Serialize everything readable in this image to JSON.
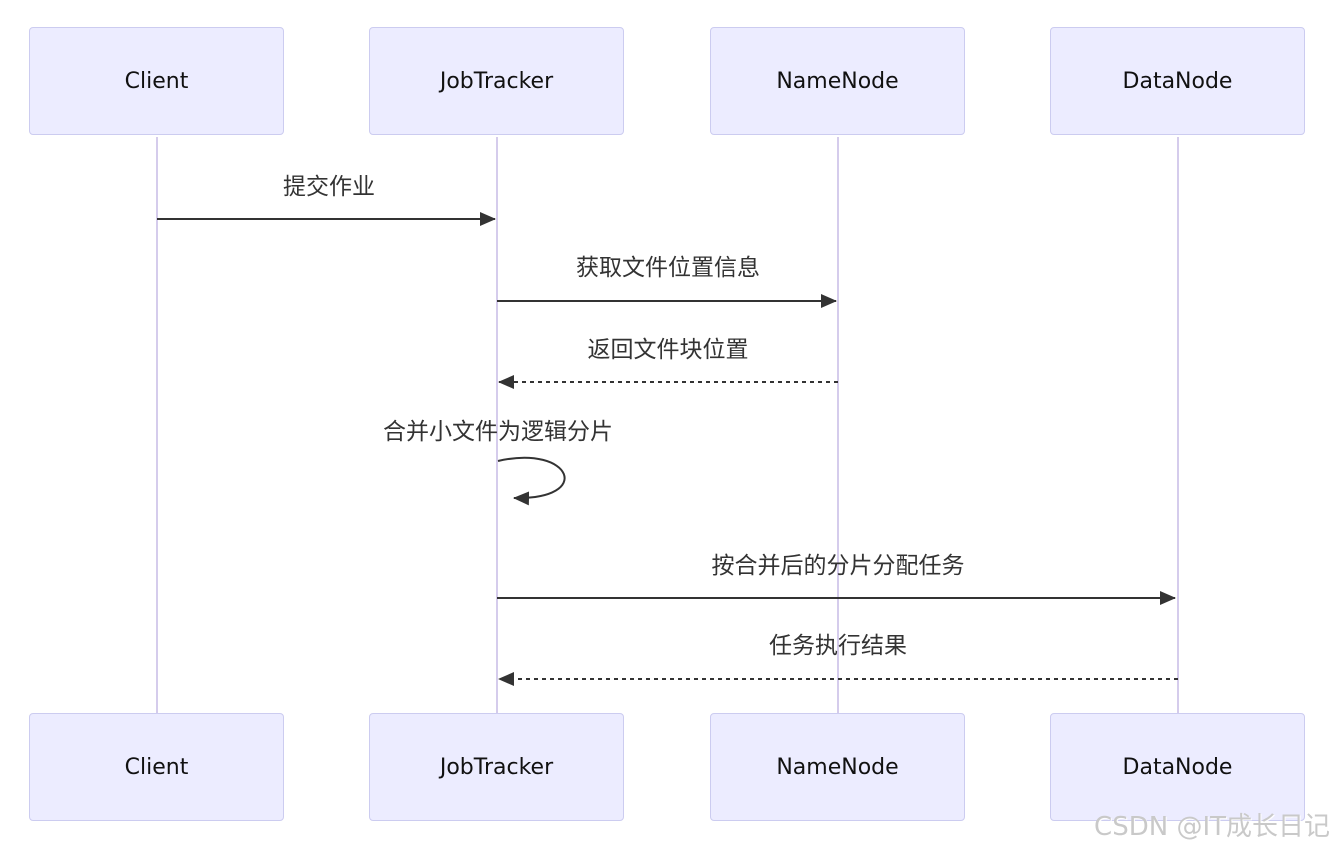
{
  "diagram": {
    "type": "sequence",
    "actors": [
      {
        "id": "client",
        "name": "Client"
      },
      {
        "id": "jobtracker",
        "name": "JobTracker"
      },
      {
        "id": "namenode",
        "name": "NameNode"
      },
      {
        "id": "datanode",
        "name": "DataNode"
      }
    ],
    "messages": [
      {
        "from": "Client",
        "to": "JobTracker",
        "label": "提交作业",
        "style": "solid"
      },
      {
        "from": "JobTracker",
        "to": "NameNode",
        "label": "获取文件位置信息",
        "style": "solid"
      },
      {
        "from": "NameNode",
        "to": "JobTracker",
        "label": "返回文件块位置",
        "style": "dashed"
      },
      {
        "from": "JobTracker",
        "to": "JobTracker",
        "label": "合并小文件为逻辑分片",
        "style": "self-loop"
      },
      {
        "from": "JobTracker",
        "to": "DataNode",
        "label": "按合并后的分片分配任务",
        "style": "solid"
      },
      {
        "from": "DataNode",
        "to": "JobTracker",
        "label": "任务执行结果",
        "style": "dashed"
      }
    ],
    "colors": {
      "actor_fill": "#ECECFF",
      "actor_border": "#CCCCF0",
      "lifeline": "#D5CCEC",
      "arrow": "#333333",
      "message_text": "#333333"
    }
  },
  "watermark": {
    "text": "CSDN @IT成长日记"
  }
}
